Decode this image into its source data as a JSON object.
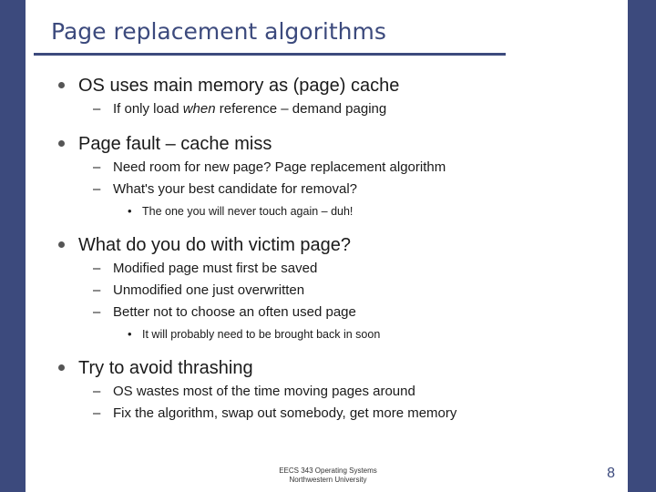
{
  "slide": {
    "title": "Page replacement algorithms",
    "accent_color": "#3c4a7d",
    "body": [
      {
        "level": 1,
        "text": "OS uses main memory as (page) cache"
      },
      {
        "level": 2,
        "text_before_italic": "If only load ",
        "italic": "when",
        "text_after_italic": " reference – demand paging"
      },
      {
        "level": 1,
        "text": "Page fault – cache miss"
      },
      {
        "level": 2,
        "text": "Need room for new page? Page replacement algorithm"
      },
      {
        "level": 2,
        "text": "What's your best candidate for removal?"
      },
      {
        "level": 3,
        "text": "The one you will never touch again – duh!"
      },
      {
        "level": 1,
        "text": "What do you do with victim page?"
      },
      {
        "level": 2,
        "text": "Modified page must first be saved"
      },
      {
        "level": 2,
        "text": "Unmodified one just overwritten"
      },
      {
        "level": 2,
        "text": "Better not to choose an often used page"
      },
      {
        "level": 3,
        "text": "It will probably need to be brought back in soon"
      },
      {
        "level": 1,
        "text": "Try to avoid thrashing"
      },
      {
        "level": 2,
        "text": "OS wastes most of the time moving pages around"
      },
      {
        "level": 2,
        "text": "Fix the algorithm, swap out somebody, get more memory"
      }
    ],
    "footer_line1": "EECS 343 Operating Systems",
    "footer_line2": "Northwestern University",
    "page_number": "8",
    "bullet_glyphs": {
      "level1": "●",
      "level2": "–",
      "level3": "•"
    }
  }
}
